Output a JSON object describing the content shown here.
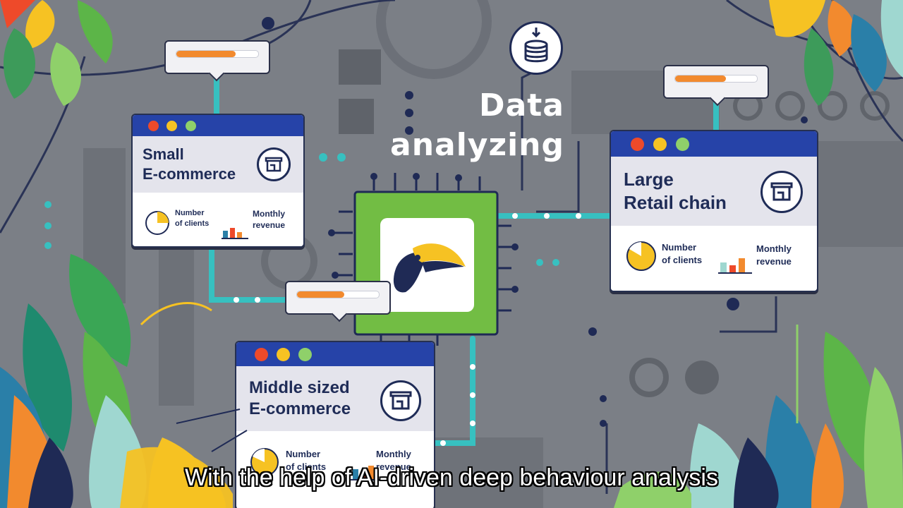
{
  "headline": {
    "line1": "Data",
    "line2": "analyzing"
  },
  "subtitle": "With the help of AI-driven deep behaviour analysis",
  "colors": {
    "card_bar": "#2643a8",
    "dot_red": "#ee4a2a",
    "dot_yellow": "#f6c223",
    "dot_green": "#8fd06a",
    "progress": "#f28a2e",
    "chip": "#72bd44",
    "trace": "#3cc4c4"
  },
  "icons": [
    "database-icon",
    "store-icon",
    "pie-chart-icon",
    "bar-chart-icon",
    "toucan-logo"
  ],
  "cards": [
    {
      "title": "Small\nE-commerce",
      "clients_label": "Number\nof clients",
      "revenue_label": "Monthly\nrevenue",
      "progress": 0.72
    },
    {
      "title": "Large\nRetail chain",
      "clients_label": "Number\nof clients",
      "revenue_label": "Monthly\nrevenue",
      "progress": 0.62
    },
    {
      "title": "Middle sized\nE-commerce",
      "clients_label": "Number\nof clients",
      "revenue_label": "Monthly\nrevenue",
      "progress": 0.58
    }
  ]
}
